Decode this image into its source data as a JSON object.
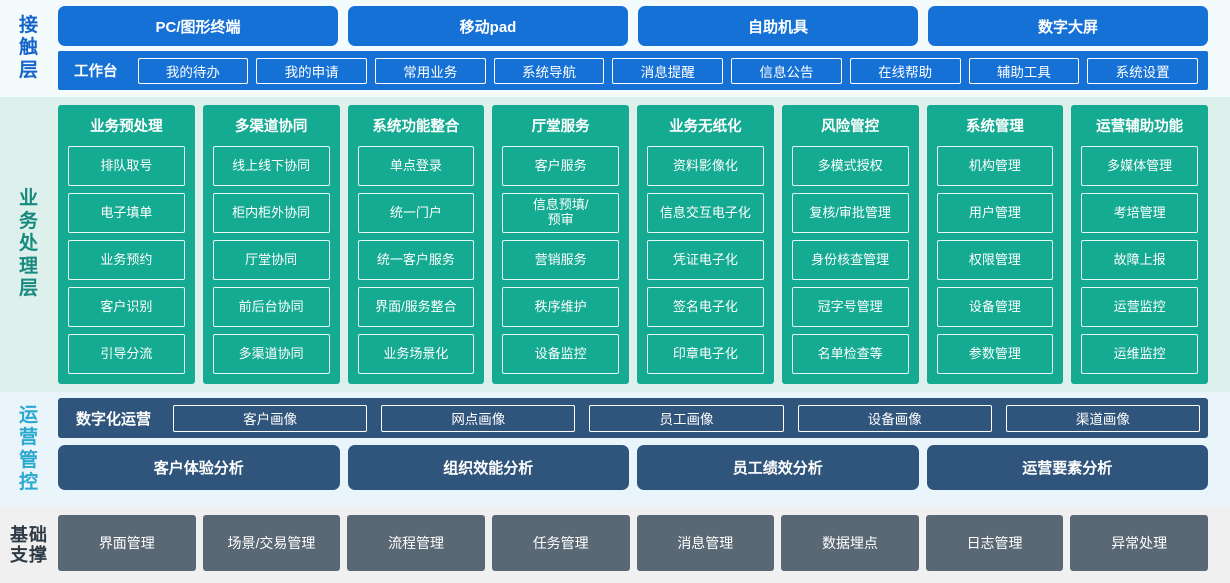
{
  "layers": {
    "touch": {
      "label_chars": [
        "接",
        "触",
        "层"
      ],
      "channels": [
        "PC/图形终端",
        "移动pad",
        "自助机具",
        "数字大屏"
      ],
      "workbench_title": "工作台",
      "workbench_items": [
        "我的待办",
        "我的申请",
        "常用业务",
        "系统导航",
        "消息提醒",
        "信息公告",
        "在线帮助",
        "辅助工具",
        "系统设置"
      ]
    },
    "business": {
      "label_chars": [
        "业",
        "务",
        "处",
        "理",
        "层"
      ],
      "columns": [
        {
          "title": "业务预处理",
          "items": [
            "排队取号",
            "电子填单",
            "业务预约",
            "客户识别",
            "引导分流"
          ]
        },
        {
          "title": "多渠道协同",
          "items": [
            "线上线下协同",
            "柜内柜外协同",
            "厅堂协同",
            "前后台协同",
            "多渠道协同"
          ]
        },
        {
          "title": "系统功能整合",
          "items": [
            "单点登录",
            "统一门户",
            "统一客户服务",
            "界面/服务整合",
            "业务场景化"
          ]
        },
        {
          "title": "厅堂服务",
          "items": [
            "客户服务",
            "信息预填/\n预审",
            "营销服务",
            "秩序维护",
            "设备监控"
          ]
        },
        {
          "title": "业务无纸化",
          "items": [
            "资料影像化",
            "信息交互电子化",
            "凭证电子化",
            "签名电子化",
            "印章电子化"
          ]
        },
        {
          "title": "风险管控",
          "items": [
            "多模式授权",
            "复核/审批管理",
            "身份核查管理",
            "冠字号管理",
            "名单检查等"
          ]
        },
        {
          "title": "系统管理",
          "items": [
            "机构管理",
            "用户管理",
            "权限管理",
            "设备管理",
            "参数管理"
          ]
        },
        {
          "title": "运营辅助功能",
          "items": [
            "多媒体管理",
            "考培管理",
            "故障上报",
            "运营监控",
            "运维监控"
          ]
        }
      ]
    },
    "operations": {
      "label_chars": [
        "运",
        "营",
        "管",
        "控"
      ],
      "portrait_title": "数字化运营",
      "portrait_items": [
        "客户画像",
        "网点画像",
        "员工画像",
        "设备画像",
        "渠道画像"
      ],
      "analysis_items": [
        "客户体验分析",
        "组织效能分析",
        "员工绩效分析",
        "运营要素分析"
      ]
    },
    "base": {
      "label_lines": [
        "基础",
        "支撑"
      ],
      "items": [
        "界面管理",
        "场景/交易管理",
        "流程管理",
        "任务管理",
        "消息管理",
        "数据埋点",
        "日志管理",
        "异常处理"
      ]
    }
  },
  "colors": {
    "touch_bg": "#f4fbfd",
    "touch_accent": "#1571d6",
    "touch_label": "#1565c8",
    "business_bg": "#ddf0ec",
    "business_accent": "#14ab92",
    "business_label": "#17897d",
    "operations_bg": "#eaf4fb",
    "operations_accent": "#30557c",
    "operations_label": "#2aa9cf",
    "base_bg": "#f0f0f0",
    "base_accent": "#5a6775",
    "base_label": "#2e3a46"
  }
}
